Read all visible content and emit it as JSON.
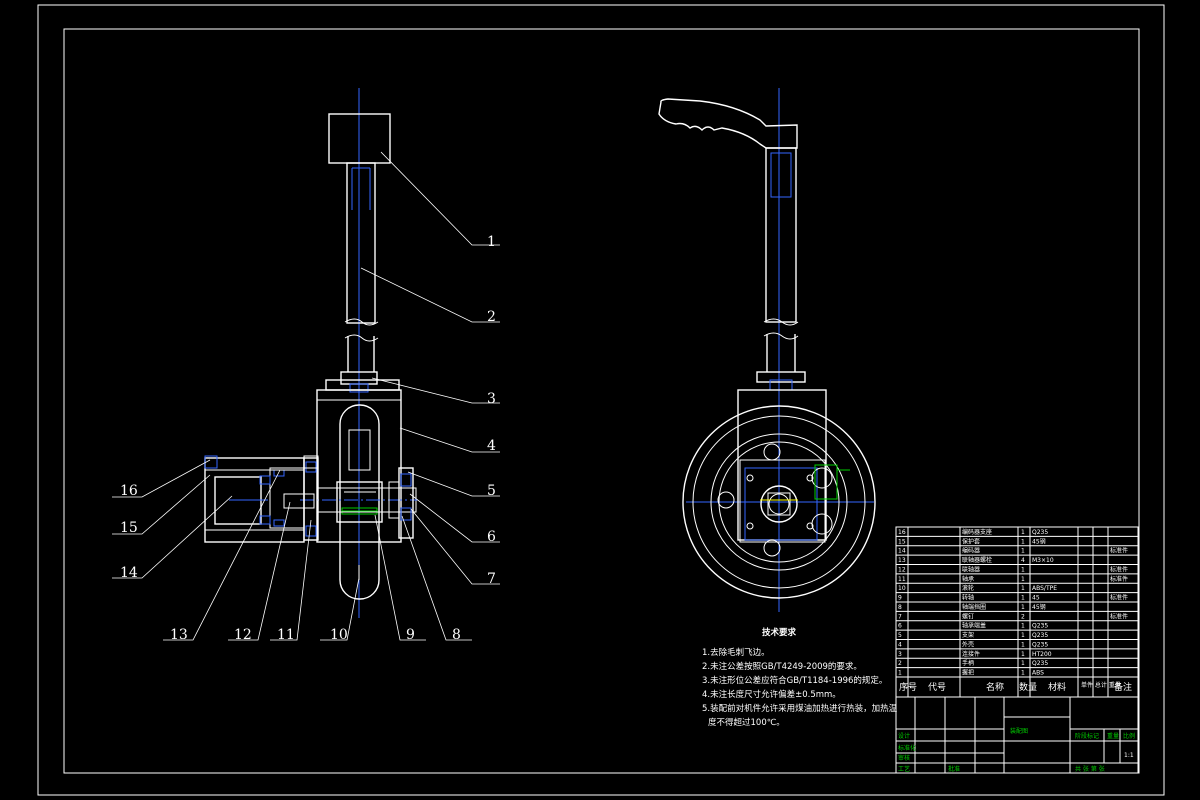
{
  "drawing": {
    "part_labels": [
      "1",
      "2",
      "3",
      "4",
      "5",
      "6",
      "7",
      "8",
      "9",
      "10",
      "11",
      "12",
      "13",
      "14",
      "15",
      "16"
    ],
    "notes_title": "技术要求",
    "notes": [
      "1.去除毛刺飞边。",
      "2.未注公差按照GB/T4249-2009的要求。",
      "3.未注形位公差应符合GB/T1184-1996的规定。",
      "4.未注长度尺寸允许偏差±0.5mm。",
      "5.装配前对机件允许采用煤油加热进行热装，加热温",
      "度不得超过100℃。"
    ],
    "parts_table": {
      "header": {
        "no": "序号",
        "code": "代号",
        "name": "名称",
        "qty": "数量",
        "material": "材料",
        "weight": "单件 总计 重量",
        "remark": "备注"
      },
      "rows": [
        {
          "no": "16",
          "name": "编码器支座",
          "qty": "1",
          "material": "Q235",
          "remark": ""
        },
        {
          "no": "15",
          "name": "保护套",
          "qty": "1",
          "material": "45钢",
          "remark": ""
        },
        {
          "no": "14",
          "name": "编码器",
          "qty": "1",
          "material": "",
          "remark": "标准件"
        },
        {
          "no": "13",
          "name": "联轴器螺栓",
          "qty": "4",
          "material": "M3×10",
          "remark": ""
        },
        {
          "no": "12",
          "name": "联轴器",
          "qty": "1",
          "material": "",
          "remark": "标准件"
        },
        {
          "no": "11",
          "name": "轴承",
          "qty": "1",
          "material": "",
          "remark": "标准件"
        },
        {
          "no": "10",
          "name": "滚轮",
          "qty": "1",
          "material": "ABS/TPE",
          "remark": ""
        },
        {
          "no": "9",
          "name": "转轴",
          "qty": "1",
          "material": "45",
          "remark": "标准件"
        },
        {
          "no": "8",
          "name": "轴端挡圈",
          "qty": "1",
          "material": "45钢",
          "remark": ""
        },
        {
          "no": "7",
          "name": "螺钉",
          "qty": "2",
          "material": "",
          "remark": "标准件"
        },
        {
          "no": "6",
          "name": "轴承端盖",
          "qty": "1",
          "material": "Q235",
          "remark": ""
        },
        {
          "no": "5",
          "name": "支架",
          "qty": "1",
          "material": "Q235",
          "remark": ""
        },
        {
          "no": "4",
          "name": "外壳",
          "qty": "1",
          "material": "Q235",
          "remark": ""
        },
        {
          "no": "3",
          "name": "连接件",
          "qty": "1",
          "material": "HT200",
          "remark": ""
        },
        {
          "no": "2",
          "name": "手柄",
          "qty": "1",
          "material": "Q235",
          "remark": ""
        },
        {
          "no": "1",
          "name": "握把",
          "qty": "1",
          "material": "ABS",
          "remark": ""
        }
      ]
    },
    "title_block": {
      "drawing_name": "装配图",
      "design": "设计",
      "process": "工艺",
      "check": "审核",
      "standard": "标准化",
      "approve": "批准",
      "stage": "阶段标记",
      "weight": "重量",
      "scale": "比例",
      "scale_value": "1:1",
      "sheet": "共 张 第 张"
    }
  }
}
